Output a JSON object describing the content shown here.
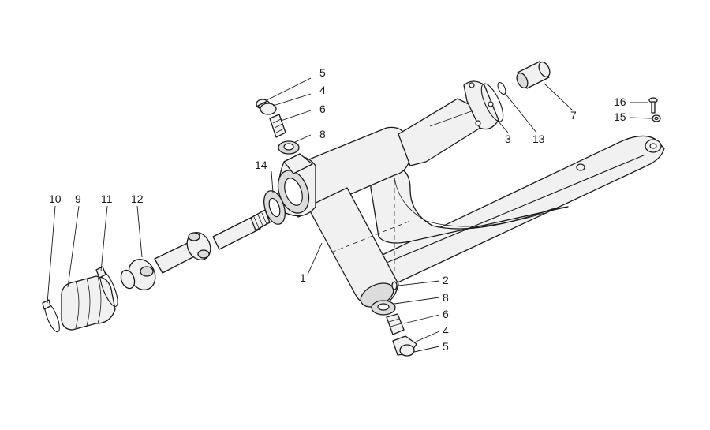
{
  "callouts": {
    "c1": "1",
    "c2": "2",
    "c3": "3",
    "c4a": "4",
    "c4b": "4",
    "c5a": "5",
    "c5b": "5",
    "c6a": "6",
    "c6b": "6",
    "c7": "7",
    "c8a": "8",
    "c8b": "8",
    "c9": "9",
    "c10": "10",
    "c11": "11",
    "c12": "12",
    "c13": "13",
    "c14": "14",
    "c15": "15",
    "c16": "16"
  }
}
